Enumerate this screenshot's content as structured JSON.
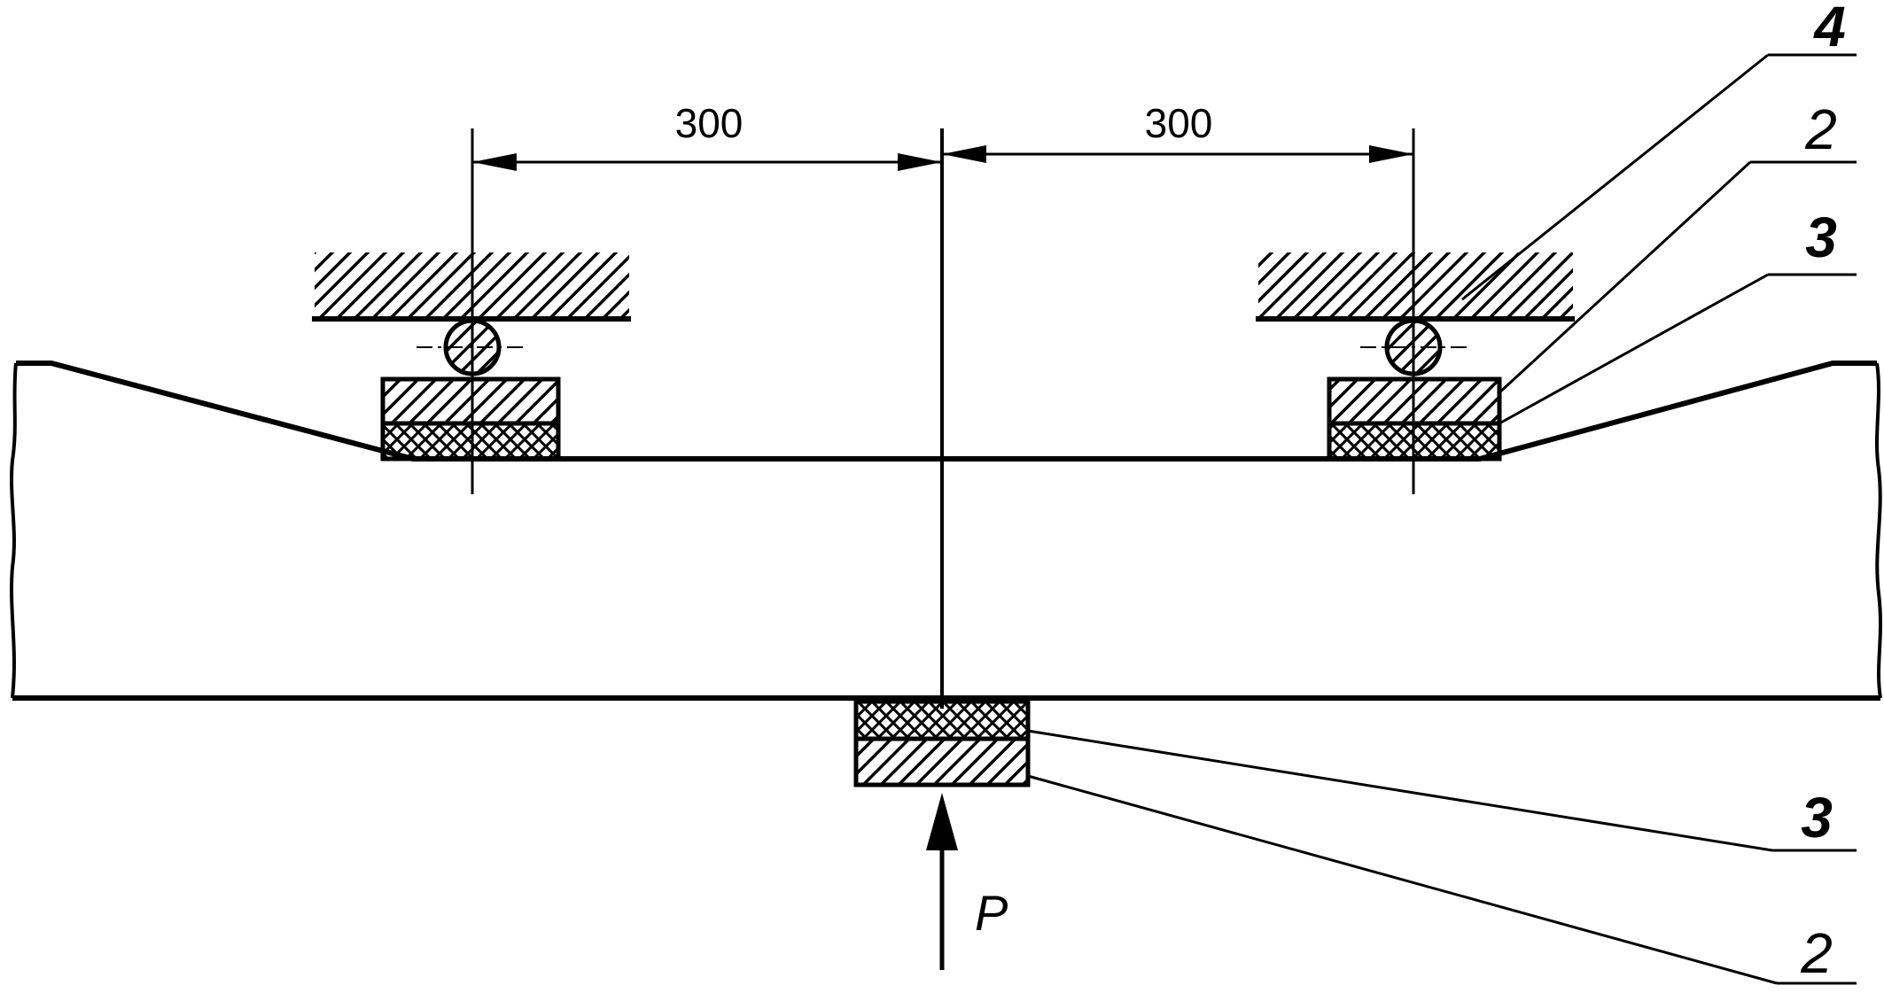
{
  "dimensions": {
    "left": "300",
    "right": "300"
  },
  "callouts": {
    "upper_1": "4",
    "upper_2": "2",
    "upper_3": "3",
    "lower_1": "3",
    "lower_2": "2"
  },
  "force": {
    "label": "P"
  },
  "colors": {
    "line": "#000000",
    "background": "#ffffff"
  }
}
